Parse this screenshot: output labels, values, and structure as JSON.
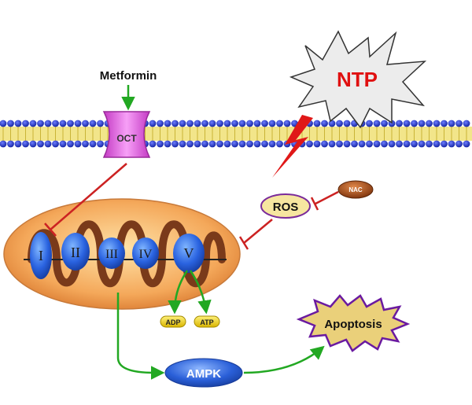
{
  "labels": {
    "metformin": "Metformin",
    "oct": "OCT",
    "ntp": "NTP",
    "ros": "ROS",
    "nac": "NAC",
    "complex_1": "I",
    "complex_2": "II",
    "complex_3": "III",
    "complex_4": "IV",
    "complex_5": "V",
    "adp": "ADP",
    "atp": "ATP",
    "ampk": "AMPK",
    "apoptosis": "Apoptosis"
  },
  "colors": {
    "activation_arrow": "#22a822",
    "inhibition_line": "#cc2222",
    "membrane_head": "#1a2fc8",
    "membrane_tail": "#e8d84a",
    "ntp_text": "#e01010",
    "mito_outer": "#f0a04a",
    "cristae": "#7a3a1a",
    "complex_blue": "#2a63e0",
    "apoptosis_fill": "#ead07a",
    "apoptosis_stroke": "#6a1aa0",
    "ampk_fill": "#2a5fd8",
    "ros_fill": "#f6e6a0",
    "ros_stroke": "#7a2a9a",
    "nac_fill": "#a0460f",
    "lightning": "#e01818",
    "oct_pink": "#e05ae0"
  },
  "icons": [
    "lightning-bolt-icon",
    "starburst-icon"
  ]
}
